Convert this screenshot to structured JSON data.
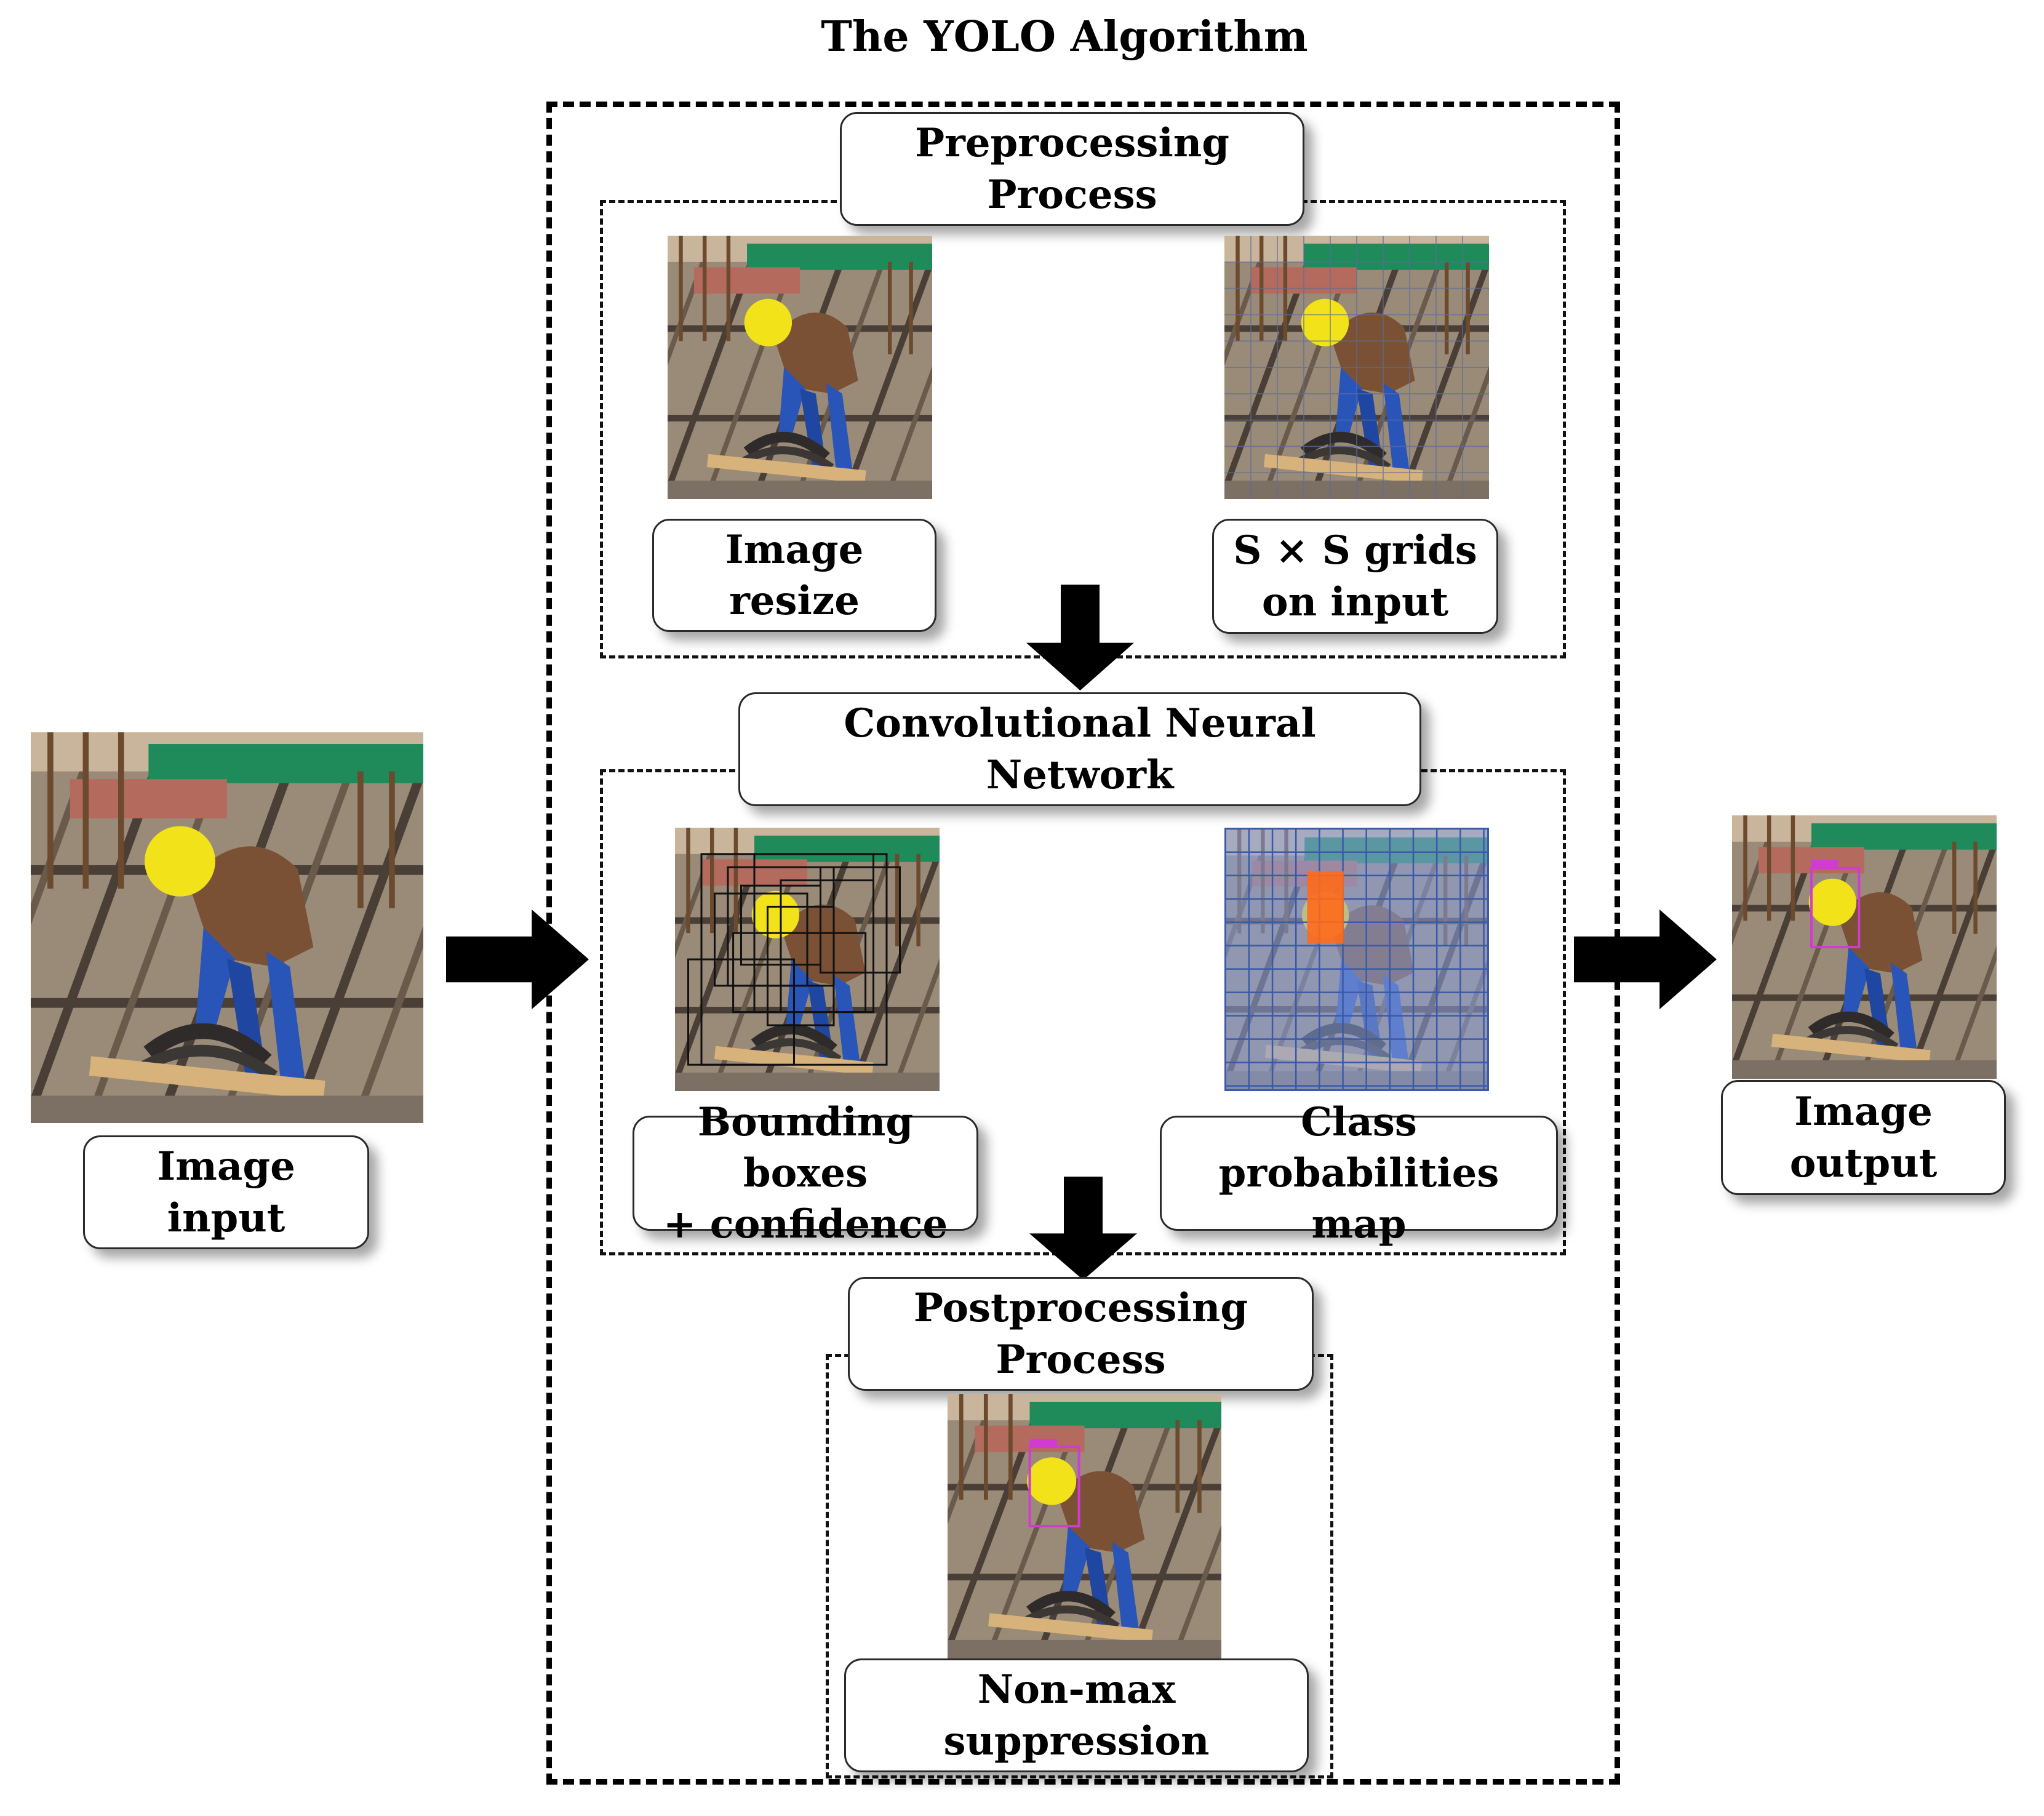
{
  "title": "The YOLO Algorithm",
  "stages": {
    "preprocessing": "Preprocessing Process",
    "cnn": "Convolutional Neural Network",
    "postprocessing": "Postprocessing Process"
  },
  "steps": {
    "image_input": "Image input",
    "image_resize": "Image resize",
    "grids_line1": "S × S grids",
    "grids_line2": "on input",
    "bbox_line1": "Bounding boxes",
    "bbox_line2": "+  confidence",
    "class_line1": "Class probabilities",
    "class_line2": "map",
    "nms": "Non-max suppression",
    "image_output": "Image output"
  },
  "colors": {
    "helmet": "#f2e21a",
    "detected_class": "#ff6a1a",
    "class_overlay": "#8aa2e0",
    "nms_box": "#d13bd1"
  }
}
